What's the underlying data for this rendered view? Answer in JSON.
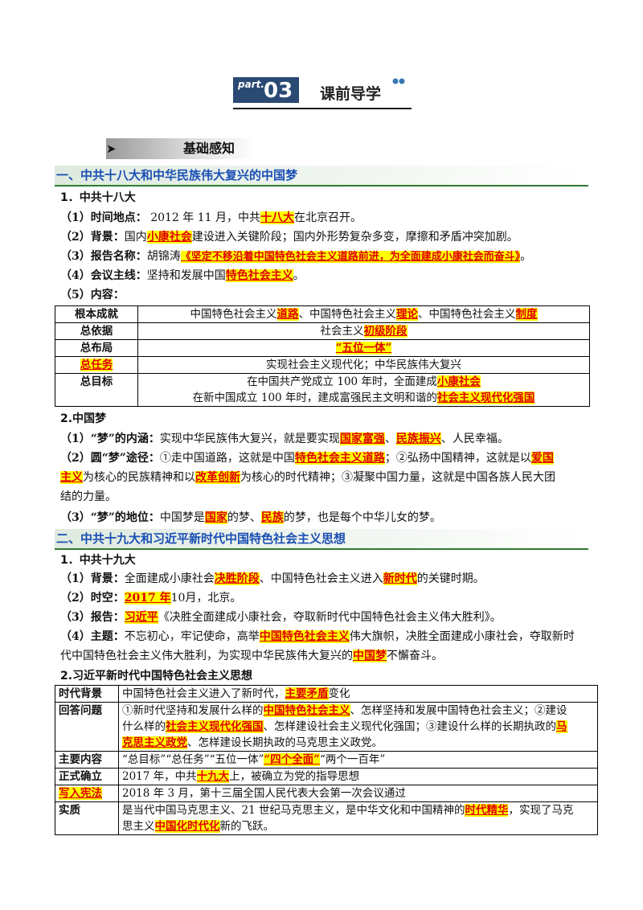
{
  "header": {
    "part_label": "part.",
    "part_number": "03",
    "title": "课前导学"
  },
  "basic": {
    "arrow": "➤",
    "title": "基础感知"
  },
  "sec1": {
    "title": "一、中共十八大和中华民族伟大复兴的中国梦",
    "sub1": "1．中共十八大",
    "l1a": "（1）时间地点：",
    "l1b": " 2012 年 11 月，中共",
    "l1c": "十八大",
    "l1d": "在北京召开。",
    "l2a": "（2）背景：",
    "l2b": "国内",
    "l2c": "小康社会",
    "l2d": "建设进入关键阶段；国内外形势复杂多变，摩擦和矛盾冲突加剧。",
    "l3a": "（3）报告名称：",
    "l3b": "胡锦涛",
    "l3c": "《坚定不移沿着中国特色社会主义道路前进，为全面建成小康社会而奋斗》",
    "l3d": "。",
    "l4a": "（4）会议主线：",
    "l4b": "坚持和发展中国",
    "l4c": "特色社会主义",
    "l4d": "。",
    "l5a": "（5）内容：",
    "table": {
      "r1k": "根本成就",
      "r1a": "中国特色社会主义",
      "r1b": "道路",
      "r1c": "、中国特色社会主义",
      "r1d": "理论",
      "r1e": "、中国特色社会主义",
      "r1f": "制度",
      "r2k": "总依据",
      "r2a": "社会主义",
      "r2b": "初级阶段",
      "r3k": "总布局",
      "r3b": "“五位一体”",
      "r4k": "总任务",
      "r4a": "实现社会主义现代化；中华民族伟大复兴",
      "r5k": "总目标",
      "r5a": "在中国共产党成立 100 年时，全面建成",
      "r5b": "小康社会",
      "r5c": "在新中国成立 100 年时，建成富强民主文明和谐的",
      "r5d": "社会主义现代化强国"
    },
    "sub2": "2.中国梦",
    "m1a": "（1）“梦”的内涵：",
    "m1b": "实现中华民族伟大复兴，就是要实现",
    "m1c": "国家富强",
    "m1d": "、",
    "m1e": "民族振兴",
    "m1f": "、人民幸福。",
    "m2a": "（2）圆“梦”途径：",
    "m2b": "①走中国道路，这就是中国",
    "m2c": "特色社会主义道路",
    "m2d": "；②弘扬中国精神，这就是以",
    "m2e": "爱国",
    "m2f": "主义",
    "m2g": "为核心的民族精神和以",
    "m2h": "改革创新",
    "m2i": "为核心的时代精神；③凝聚中国力量，这就是中国各族人民大团",
    "m2j": "结的力量。",
    "m3a": "（3）“梦”的地位：",
    "m3b": "中国梦是",
    "m3c": "国家",
    "m3d": "的梦、",
    "m3e": "民族",
    "m3f": "的梦，也是每个中华儿女的梦。"
  },
  "sec2": {
    "title": "二、中共十九大和习近平新时代中国特色社会主义思想",
    "sub1": "1．中共十九大",
    "n1a": "（1）背景：",
    "n1b": "全面建成小康社会",
    "n1c": "决胜阶段",
    "n1d": "、中国特色社会主义进入",
    "n1e": "新时代",
    "n1f": "的关键时期。",
    "n2a": "（2）时空：",
    "n2b": "2017 年",
    "n2c": "10月，北京。",
    "n3a": "（3）报告：",
    "n3b": "习近平",
    "n3c": "《决胜全面建成小康社会，夺取新时代中国特色社会主义伟大胜利》。",
    "n4a": "（4）主题：",
    "n4b": "不忘初心，牢记使命，高举",
    "n4c": "中国特色社会主义",
    "n4d": "伟大旗帜，决胜全面建成小康社会，夺取新时",
    "n4e": "代中国特色社会主义伟大胜利，为实现中华民族伟大复兴的",
    "n4f": "中国梦",
    "n4g": "不懈奋斗。",
    "sub2": "2.习近平新时代中国特色社会主义思想",
    "table": {
      "r1k": "时代背景",
      "r1a": "中国特色社会主义进入了新时代，",
      "r1b": "主要矛盾",
      "r1c": "变化",
      "r2k": "回答问题",
      "r2a": "①新时代坚持和发展什么样的",
      "r2b": "中国特色社会主义",
      "r2c": "、怎样坚持和发展中国特色社会主义；②建设",
      "r2d": "什么样的",
      "r2e": "社会主义现代化强国",
      "r2f": "、怎样建设社会主义现代化强国；③建设什么样的长期执政的",
      "r2g": "马",
      "r2h": "克思主义政党",
      "r2i": "、怎样建设长期执政的马克思主义政党。",
      "r3k": "主要内容",
      "r3a": "“总目标”“总任务”“五位一体”",
      "r3b": "“四个全面”",
      "r3c": "“两个一百年”",
      "r4k": "正式确立",
      "r4a": "2017 年，中共",
      "r4b": "十九大",
      "r4c": "上，被确立为党的指导思想",
      "r5k": "写入宪法",
      "r5a": "2018 年 3 月，第十三届全国人民代表大会第一次会议通过",
      "r6k": "实质",
      "r6a": "是当代中国马克思主义、21 世纪马克思主义，是中华文化和中国精神的",
      "r6b": "时代精华",
      "r6c": "，实现了马克",
      "r6d": "思主义",
      "r6e": "中国化时代化",
      "r6f": "新的飞跃。"
    }
  }
}
